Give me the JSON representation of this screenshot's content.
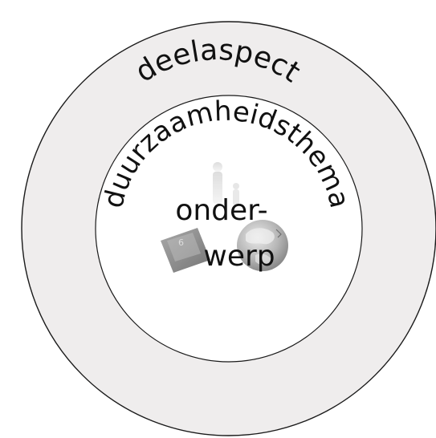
{
  "diagram": {
    "outer_ring_label": "deelaspect",
    "middle_ring_label": "duurzaamheidsthema",
    "center_label_line1": "onder-",
    "center_label_line2": "werp"
  },
  "colors": {
    "outer_ring_fill": "#efeded",
    "inner_circle_fill": "#ffffff",
    "stroke": "#1a1a1a",
    "text": "#111111",
    "image_gray": "#8a8a8a"
  },
  "icons": {
    "center_illustration": "globe-person-book-illustration"
  }
}
